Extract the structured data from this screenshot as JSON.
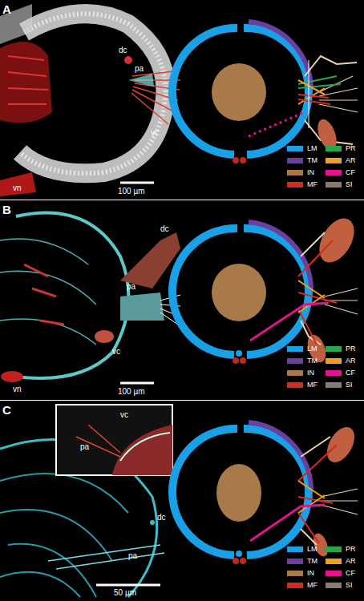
{
  "diagram": {
    "labels": [
      "A",
      "dc",
      "pa",
      "vc",
      "vn",
      "100 µm",
      "B",
      "dc",
      "pa",
      "vc",
      "vn",
      "100 µm",
      "C",
      "vc",
      "pa",
      "dc",
      "pa",
      "50 µm"
    ],
    "legend": [
      {
        "text": "LM",
        "color": "#1aa0e6"
      },
      {
        "text": "TM",
        "color": "#6a3fa0"
      },
      {
        "text": "IN",
        "color": "#a87a4a"
      },
      {
        "text": "MF",
        "color": "#d42a20"
      },
      {
        "text": "PR",
        "color": "#2aa64a"
      },
      {
        "text": "AR",
        "color": "#f0a020"
      },
      {
        "text": "CF",
        "color": "#e0148c"
      },
      {
        "text": "SI",
        "color": "#8a7a70"
      },
      {
        "text": "LM",
        "color": "#1aa0e6"
      },
      {
        "text": "TM",
        "color": "#6a3fa0"
      },
      {
        "text": "IN",
        "color": "#a87a4a"
      },
      {
        "text": "MF",
        "color": "#d42a20"
      },
      {
        "text": "PR",
        "color": "#2aa64a"
      },
      {
        "text": "AR",
        "color": "#f0a020"
      },
      {
        "text": "CF",
        "color": "#e0148c"
      },
      {
        "text": "SI",
        "color": "#8a7a70"
      },
      {
        "text": "LM",
        "color": "#1aa0e6"
      },
      {
        "text": "TM",
        "color": "#6a3fa0"
      },
      {
        "text": "IN",
        "color": "#a87a4a"
      },
      {
        "text": "MF",
        "color": "#d42a20"
      },
      {
        "text": "PR",
        "color": "#2aa64a"
      },
      {
        "text": "AR",
        "color": "#f0a020"
      },
      {
        "text": "CF",
        "color": "#e0148c"
      },
      {
        "text": "SI",
        "color": "#8a7a70"
      }
    ]
  }
}
